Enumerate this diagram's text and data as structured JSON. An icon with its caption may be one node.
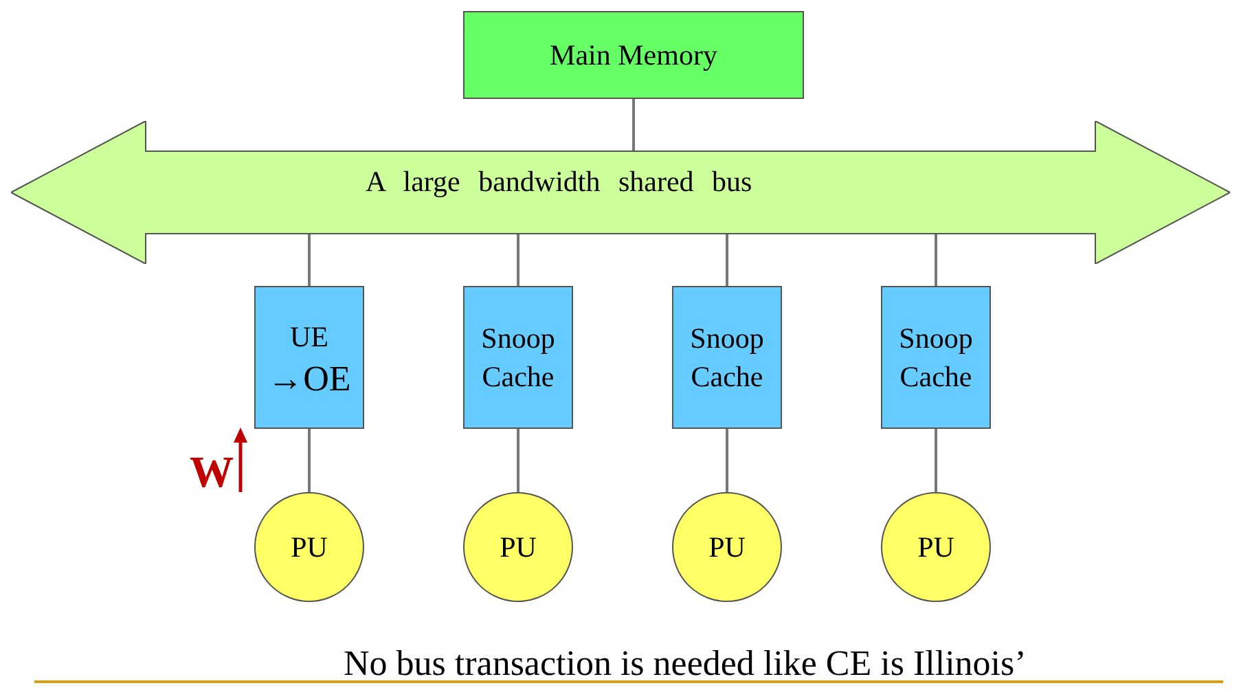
{
  "diagram": {
    "nodes": [
      {
        "text": [
          "Main Memory"
        ]
      },
      {
        "text": [
          "A large bandwidth shared bus"
        ]
      },
      {
        "text": [
          "UE",
          "→OE"
        ]
      },
      {
        "text": [
          "Snoop Cache"
        ]
      },
      {
        "text": [
          "Snoop Cache"
        ]
      },
      {
        "text": [
          "Snoop Cache"
        ]
      },
      {
        "text": [
          "PU"
        ]
      },
      {
        "text": [
          "PU"
        ]
      },
      {
        "text": [
          "PU"
        ]
      },
      {
        "text": [
          "PU"
        ]
      }
    ],
    "edges": [
      {
        "from": 0,
        "to": 1,
        "arrow": "none"
      },
      {
        "from": 1,
        "to": 2,
        "arrow": "none"
      },
      {
        "from": 1,
        "to": 3,
        "arrow": "none"
      },
      {
        "from": 1,
        "to": 4,
        "arrow": "none"
      },
      {
        "from": 1,
        "to": 5,
        "arrow": "none"
      },
      {
        "from": 2,
        "to": 6,
        "arrow": "none"
      },
      {
        "from": 3,
        "to": 7,
        "arrow": "none"
      },
      {
        "from": 4,
        "to": 8,
        "arrow": "none"
      },
      {
        "from": 5,
        "to": 9,
        "arrow": "none"
      }
    ],
    "labels": [
      "W",
      "No bus transaction is needed like CE is Illinois’"
    ]
  }
}
